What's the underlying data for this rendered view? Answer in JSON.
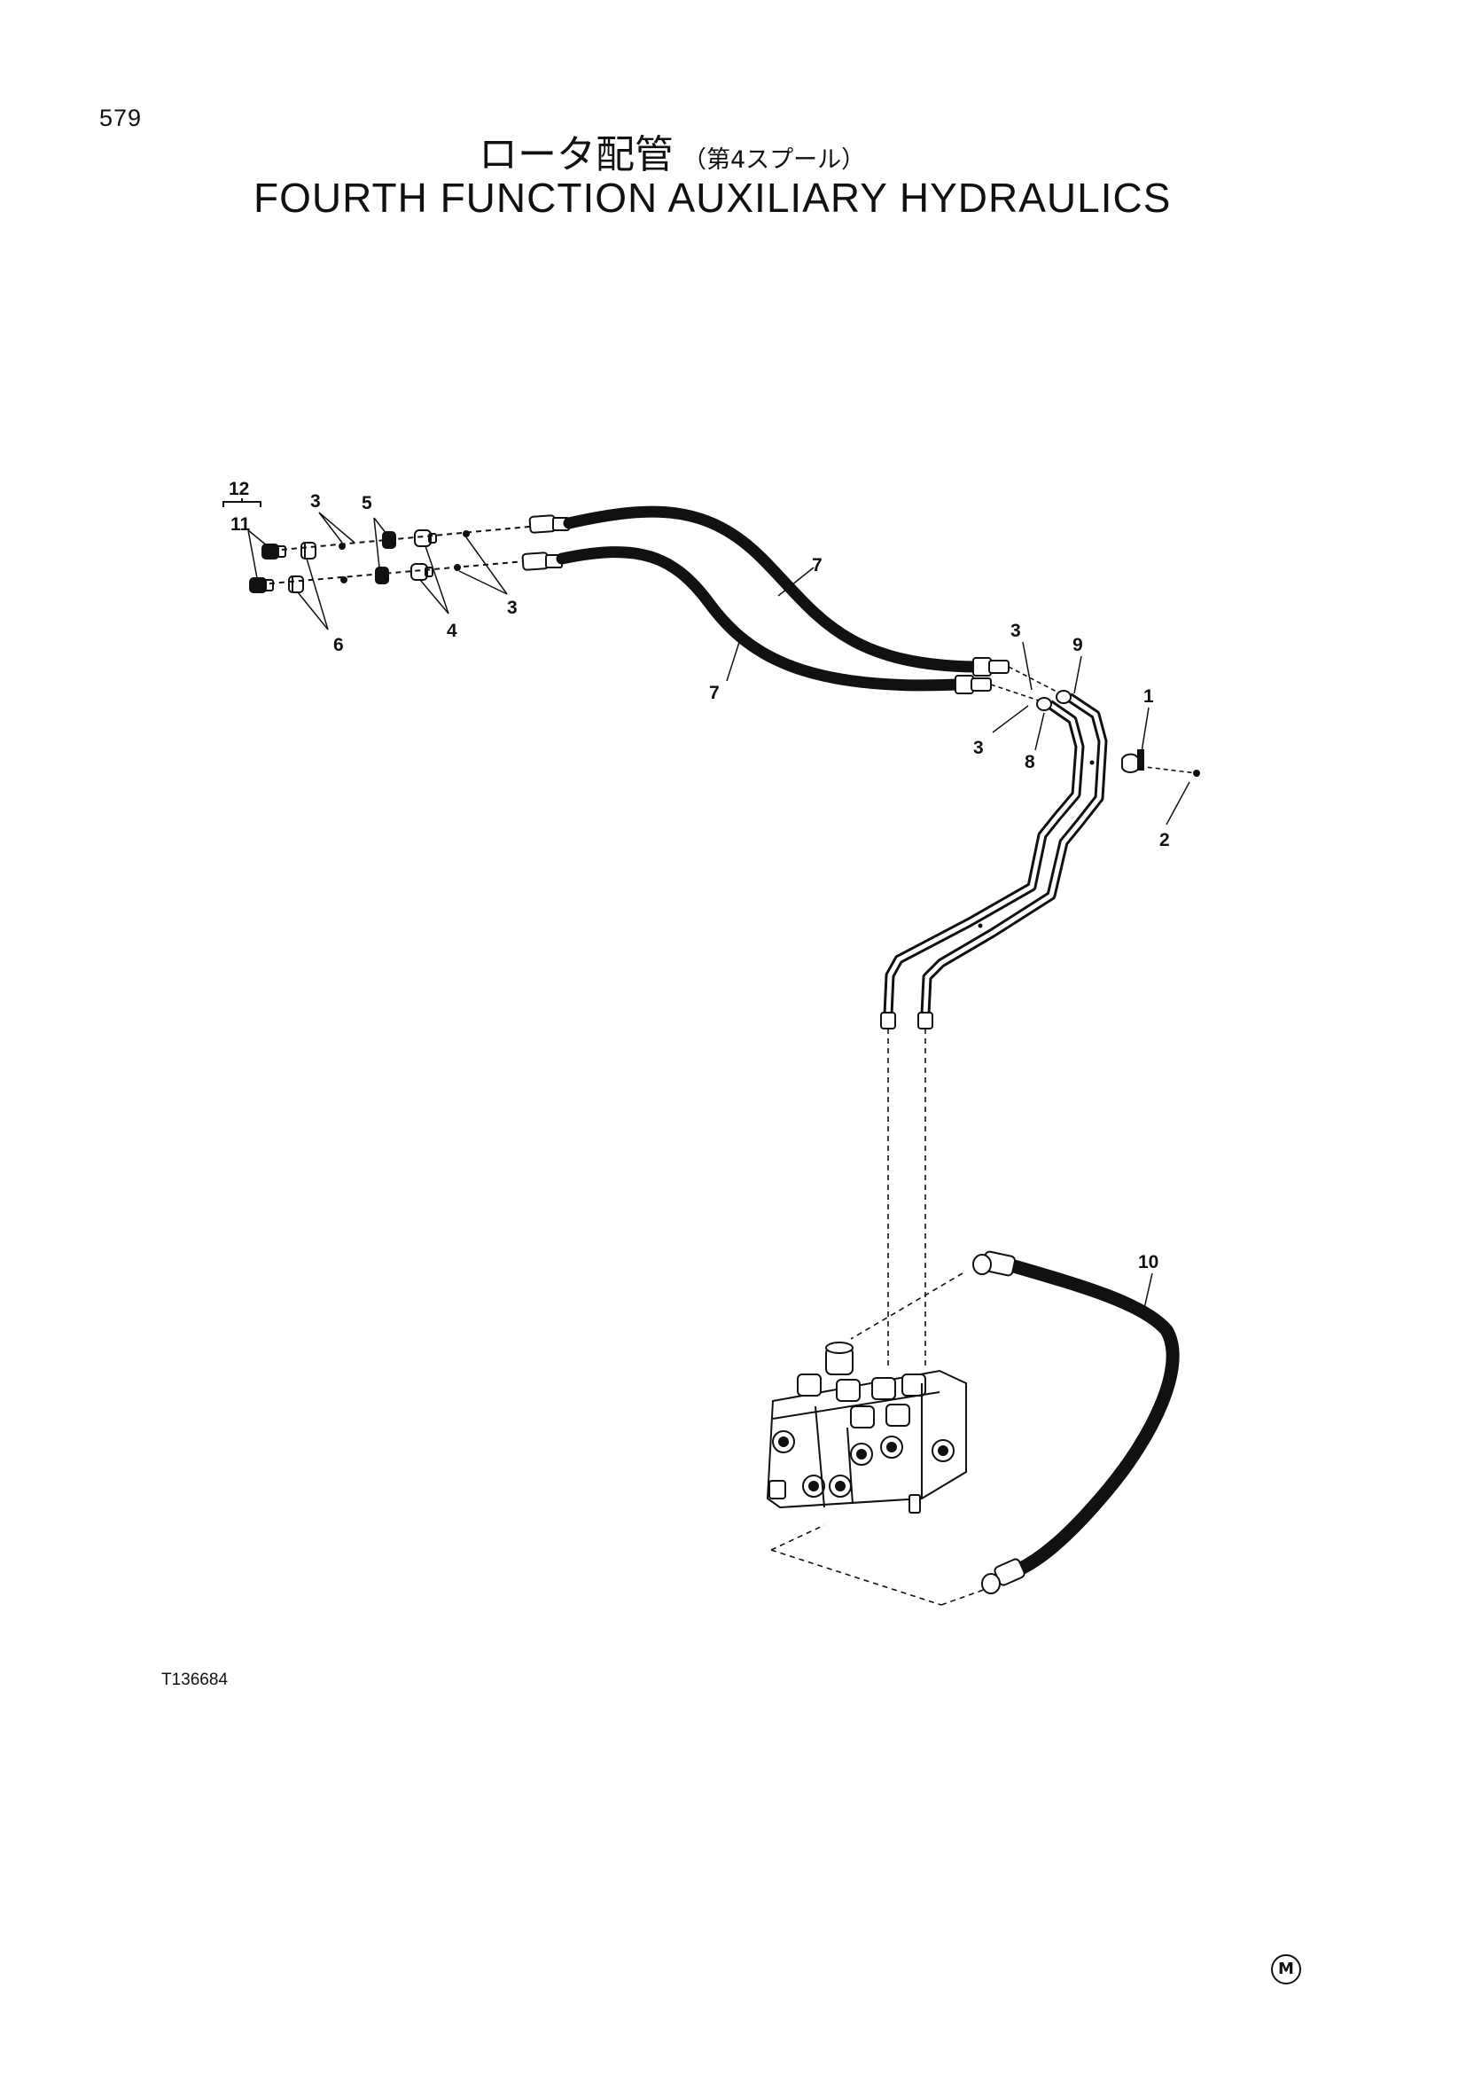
{
  "page": {
    "number": "579",
    "title_jp": "ロータ配管",
    "title_jp_sub": "（第4スプール）",
    "title_en": "FOURTH FUNCTION AUXILIARY HYDRAULICS",
    "figure_id": "T136684",
    "mark": "M"
  },
  "callouts": {
    "c12": "12",
    "c11": "11",
    "c3a": "3",
    "c5": "5",
    "c6": "6",
    "c4": "4",
    "c3b": "3",
    "c7a": "7",
    "c7b": "7",
    "c3c": "3",
    "c9": "9",
    "c1": "1",
    "c3d": "3",
    "c8": "8",
    "c2": "2",
    "c10": "10"
  }
}
